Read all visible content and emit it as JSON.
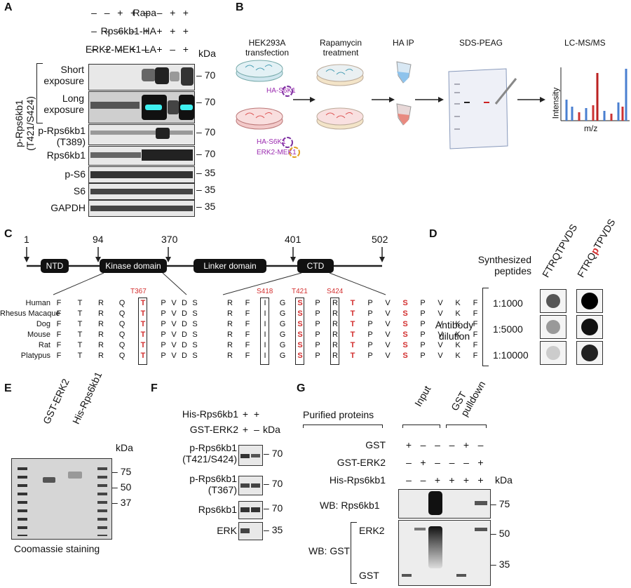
{
  "panels": {
    "A": "A",
    "B": "B",
    "C": "C",
    "D": "D",
    "E": "E",
    "F": "F",
    "G": "G"
  },
  "panelA": {
    "rows": [
      {
        "label": "Rapa",
        "marks": [
          "–",
          "–",
          "+",
          "+",
          "–",
          "–",
          "+",
          "+"
        ]
      },
      {
        "label": "Rps6kb1-HA",
        "marks": [
          "–",
          "–",
          "–",
          "–",
          "+",
          "+",
          "+",
          "+"
        ]
      },
      {
        "label": "ERK2-MEK1-LA",
        "marks": [
          "–",
          "+",
          "–",
          "+",
          "–",
          "+",
          "–",
          "+"
        ]
      }
    ],
    "kda": "kDa",
    "side_label_top": "p-Rps6kb1",
    "side_label_bottom": "(T421/S424)",
    "short_exposure_1": "Short",
    "short_exposure_2": "exposure",
    "long_exposure_1": "Long",
    "long_exposure_2": "exposure",
    "blots": [
      {
        "label1": "p-Rps6kb1",
        "label2": "(T389)",
        "size": "70"
      },
      {
        "label1": "Rps6kb1",
        "label2": "",
        "size": "70"
      },
      {
        "label1": "p-S6",
        "label2": "",
        "size": "35"
      },
      {
        "label1": "S6",
        "label2": "",
        "size": "35"
      },
      {
        "label1": "GAPDH",
        "label2": "",
        "size": "35"
      }
    ],
    "exp_size": "70"
  },
  "panelB": {
    "step1_1": "HEK293A",
    "step1_2": "transfection",
    "step2_1": "Rapamycin",
    "step2_2": "treatment",
    "step3": "HA IP",
    "step4": "SDS-PEAG",
    "step5": "LC-MS/MS",
    "plasmid1": "HA-S6K1",
    "plasmid2": "HA-S6K1",
    "plasmid3": "ERK2-MEK1",
    "yaxis": "Intensity",
    "xaxis": "m/z"
  },
  "panelC": {
    "positions": [
      "1",
      "94",
      "370",
      "401",
      "502"
    ],
    "domains": [
      "NTD",
      "Kinase domain",
      "Linker domain",
      "CTD"
    ],
    "species": [
      "Human",
      "Rhesus Macaque",
      "Dog",
      "Mouse",
      "Rat",
      "Platypus"
    ],
    "site1": "T367",
    "site2": "S418",
    "site3": "T421",
    "site4": "S424",
    "seq1": [
      "F",
      "T",
      "R",
      "Q",
      "T",
      "P",
      "V",
      "D",
      "S"
    ],
    "seq2": [
      "R",
      "F",
      "I",
      "G",
      "S",
      "P",
      "R",
      "T",
      "P",
      "V",
      "S",
      "P",
      "V",
      "K",
      "F"
    ]
  },
  "panelD": {
    "title1": "Synthesized",
    "title2": "peptides",
    "pep1": "FTRQTPVDS",
    "pep2_a": "FTRQ",
    "pep2_p": "p",
    "pep2_b": "TPVDS",
    "group1": "Antibody",
    "group2": "dilution",
    "dilutions": [
      "1:1000",
      "1:5000",
      "1:10000"
    ]
  },
  "panelE": {
    "lane1": "GST-ERK2",
    "lane2": "His-Rps6kb1",
    "kda": "kDa",
    "sizes": [
      "75",
      "50",
      "37"
    ],
    "caption": "Coomassie staining"
  },
  "panelF": {
    "row1": "His-Rps6kb1",
    "row1_marks": [
      "+",
      "+"
    ],
    "row2": "GST-ERK2",
    "row2_marks": [
      "+",
      "–"
    ],
    "kda": "kDa",
    "blots": [
      {
        "label1": "p-Rps6kb1",
        "label2": "(T421/S424)",
        "size": "70"
      },
      {
        "label1": "p-Rps6kb1",
        "label2": "(T367)",
        "size": "70"
      },
      {
        "label1": "Rps6kb1",
        "label2": "",
        "size": "70"
      },
      {
        "label1": "ERK",
        "label2": "",
        "size": "35"
      }
    ]
  },
  "panelG": {
    "purified": "Purified proteins",
    "input": "Input",
    "pulldown1": "GST",
    "pulldown2": "pulldown",
    "rows": [
      {
        "label": "GST",
        "marks": [
          "+",
          "–",
          "–",
          "–",
          "+",
          "–"
        ]
      },
      {
        "label": "GST-ERK2",
        "marks": [
          "–",
          "+",
          "–",
          "–",
          "–",
          "+"
        ]
      },
      {
        "label": "His-Rps6kb1",
        "marks": [
          "–",
          "–",
          "+",
          "+",
          "+",
          "+"
        ]
      }
    ],
    "kda": "kDa",
    "wb1": "WB: Rps6kb1",
    "wb2": "WB: GST",
    "erk2": "ERK2",
    "gst": "GST",
    "size75": "75",
    "size50": "50",
    "size35": "35"
  }
}
